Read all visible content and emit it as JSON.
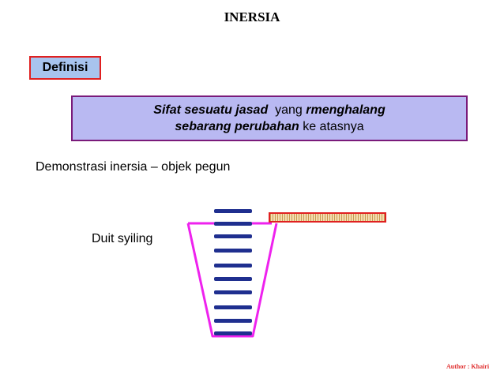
{
  "slide": {
    "title": "INERSIA",
    "definisi_label": "Definisi",
    "definition": {
      "line1": {
        "part1": "Sifat sesuatu jasad",
        "part2": "  yang ",
        "part3": "rmenghalang"
      },
      "line2": {
        "part1": "sebarang perubahan",
        "part2": " ke atasnya"
      }
    },
    "demo_text": "Demonstrasi inersia – objek pegun",
    "coin_label": "Duit syiling",
    "author": "Author : Khairi"
  },
  "colors": {
    "definisi_bg": "#a8c4ee",
    "definisi_border": "#e02020",
    "definition_bg": "#b9b9f2",
    "definition_border": "#7a1a7a",
    "glass_outline": "#ee22ee",
    "coin_fill": "#1f2f8f",
    "strip_fill": "#f4ddb0",
    "strip_border": "#e02020",
    "author_text": "#e03030"
  }
}
